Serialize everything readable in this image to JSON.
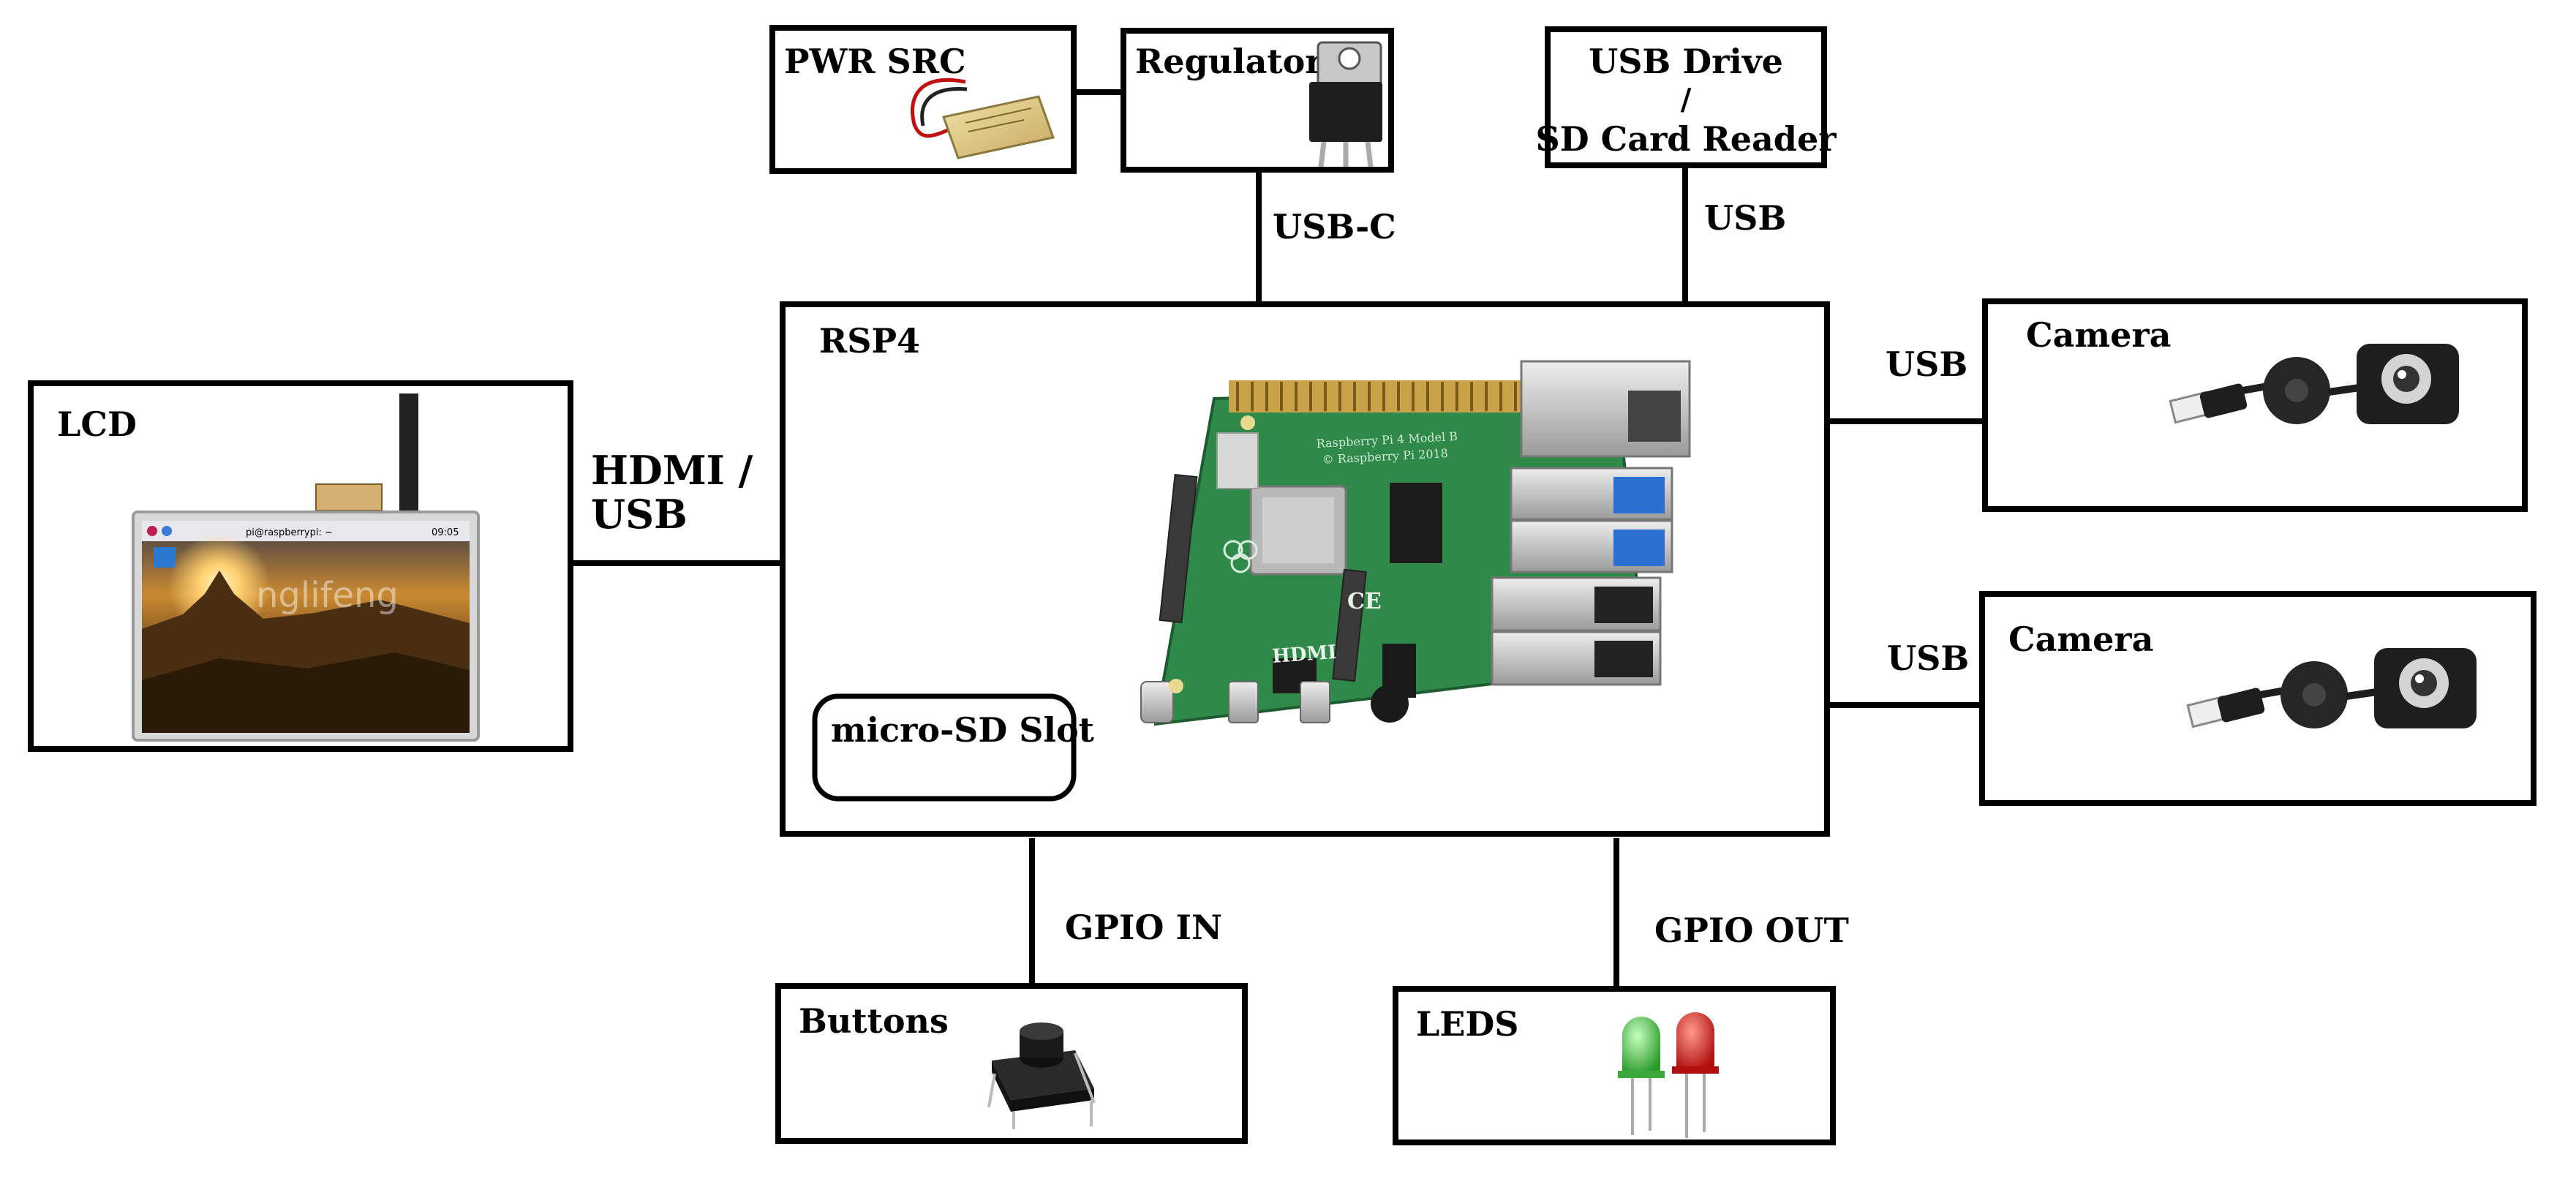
{
  "blocks": {
    "pwr_src": "PWR SRC",
    "regulator": "Regulator",
    "usb_drive_line1": "USB Drive",
    "usb_drive_line2": "/",
    "usb_drive_line3": "SD Card Reader",
    "rsp4": "RSP4",
    "micro_sd": "micro-SD Slot",
    "lcd": "LCD",
    "camera_1": "Camera",
    "camera_2": "Camera",
    "buttons": "Buttons",
    "leds": "LEDS"
  },
  "links": {
    "usb_c": "USB-C",
    "usb_drive_link": "USB",
    "hdmi_usb_line1": "HDMI /",
    "hdmi_usb_line2": "USB",
    "camera_1_link": "USB",
    "camera_2_link": "USB",
    "gpio_in": "GPIO IN",
    "gpio_out": "GPIO OUT"
  },
  "board": {
    "silk_model": "Raspberry Pi 4 Model B",
    "silk_copyright": "© Raspberry Pi 2018",
    "hdmi_mark": "HDMI",
    "ce_mark": "CE"
  },
  "lcd_screen": {
    "taskbar_text": "pi@raspberrypi: ~",
    "clock": "09:05",
    "watermark": "nglifeng"
  },
  "colors": {
    "pcb_green": "#2f8a4a",
    "led_green": "#3fbf3f",
    "led_red": "#d01818"
  }
}
